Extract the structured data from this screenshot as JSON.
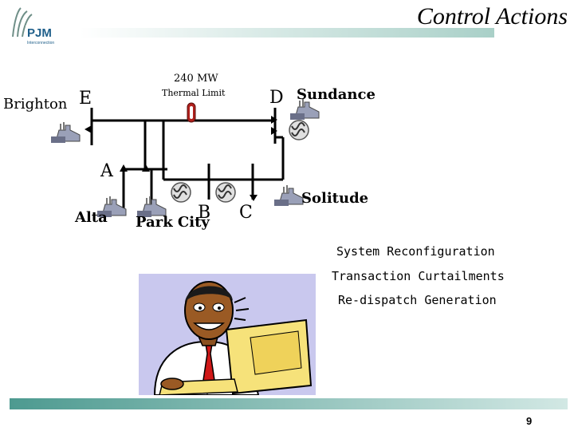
{
  "header": {
    "title": "Control Actions",
    "logo_text": "PJM",
    "logo_subtext": "Interconnection"
  },
  "diagram": {
    "line_rating": "240 MW",
    "line_limit_label": "Thermal Limit",
    "buses": {
      "a": "A",
      "b": "B",
      "c": "C",
      "d": "D",
      "e": "E"
    },
    "stations": {
      "brighton": "Brighton",
      "sundance": "Sundance",
      "alta": "Alta",
      "park_city": "Park City",
      "solitude": "Solitude"
    }
  },
  "actions": [
    "System Reconfiguration",
    "Transaction Curtailments",
    "Re-dispatch Generation"
  ],
  "footer": {
    "page_number": "9"
  },
  "colors": {
    "accent": "#4d9a90",
    "limit_marker": "#b0201c",
    "clipart_bg": "#c9c8ee",
    "monitor": "#f6e27a"
  }
}
